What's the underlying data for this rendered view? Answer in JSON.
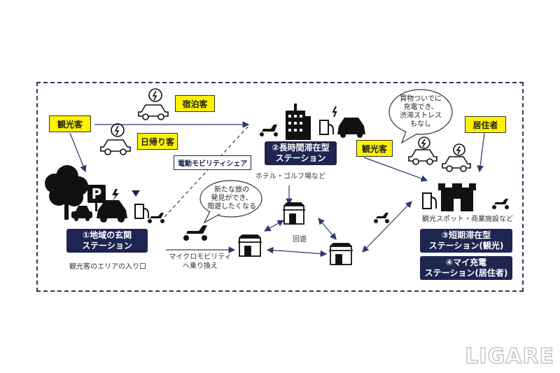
{
  "labels": {
    "tourist_left": "観光客",
    "overnight": "宿泊客",
    "daytrip": "日帰り客",
    "tourist_right": "観光客",
    "resident": "居住者",
    "emobility_share": "電動モビリティシェア"
  },
  "stations": {
    "s1": [
      "①地域の玄関",
      "ステーション"
    ],
    "s2": [
      "②長時間滞在型",
      "ステーション"
    ],
    "s3": [
      "③短期滞在型",
      "ステーション(観光)"
    ],
    "s4": [
      "④マイ充電",
      "ステーション(居住者)"
    ]
  },
  "captions": {
    "hotel": "ホテル・ゴルフ場など",
    "area_entrance": "観光客のエリアの入り口",
    "micro_1": "マイクロモビリティ",
    "micro_2": "へ乗り換え",
    "loop": "回遊",
    "spots": "観光スポット・商業施設など"
  },
  "bubbles": {
    "left": [
      "新たな旅の",
      "発見ができ、",
      "周遊したくなる"
    ],
    "right": [
      "買物ついでに",
      "充電でき、",
      "渋滞ストレス",
      "もなし"
    ]
  },
  "icon_parking": "P",
  "logo": "LIGARE",
  "colors": {
    "navy": "#1e2551",
    "yellow": "#fff200"
  }
}
